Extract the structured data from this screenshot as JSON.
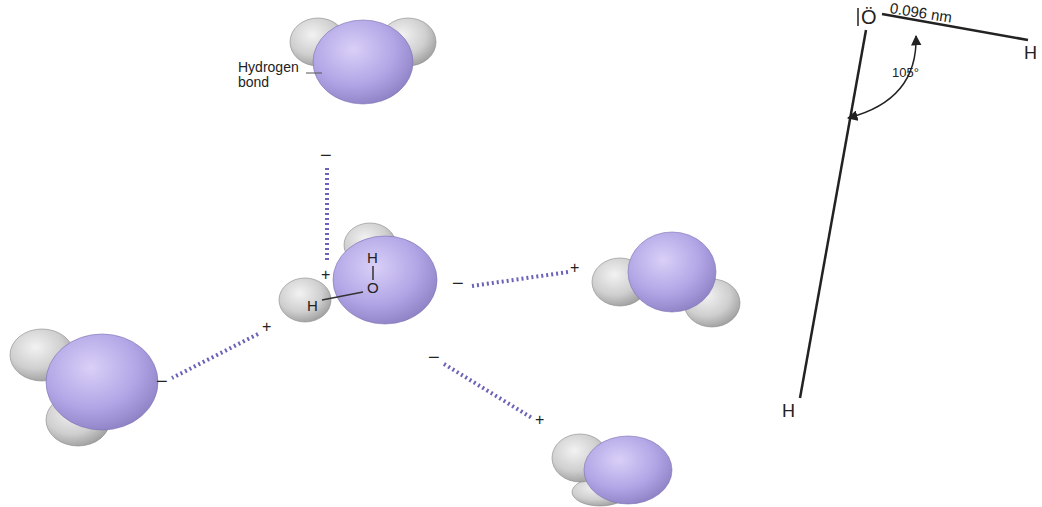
{
  "diagram": {
    "labels": [
      "Hydrogen bond",
      "−",
      "+",
      "H",
      "O",
      "H",
      "−",
      "+",
      "+",
      "−",
      "−",
      "+",
      "Ö",
      "0.096 nm",
      "105°",
      "H",
      "H"
    ]
  }
}
